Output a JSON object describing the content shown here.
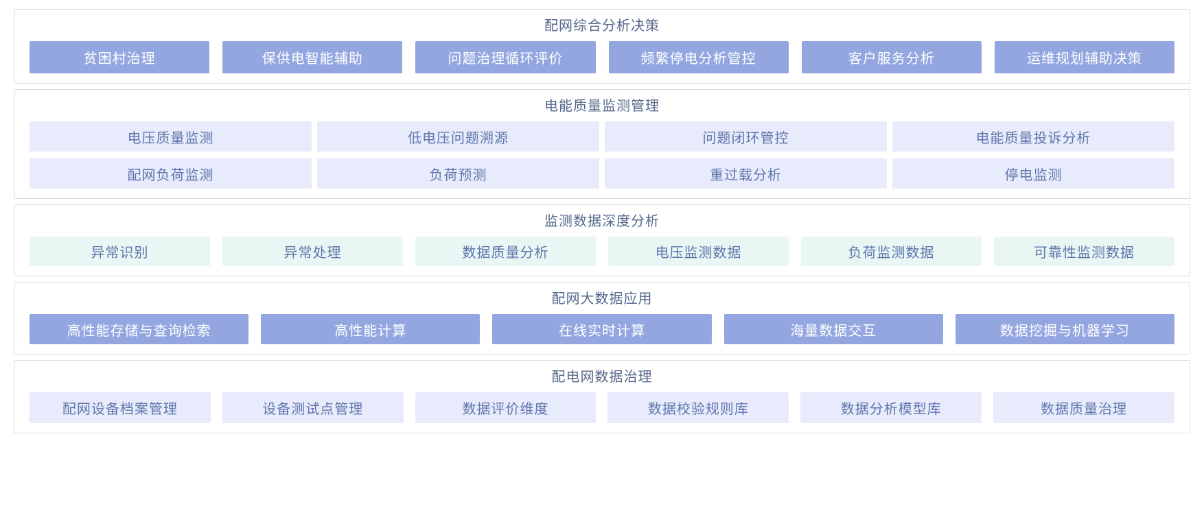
{
  "page": {
    "background": "#ffffff",
    "border_color": "#dcdcdc",
    "title_color": "#56688c",
    "solid_chip_bg": "#93a6e0",
    "solid_chip_fg": "#ffffff",
    "pale_chip_bg": "#e8ebfb",
    "pale_chip_fg": "#5e76ad",
    "mint_chip_bg": "#e8f7f4",
    "mint_chip_fg": "#5e76ad"
  },
  "sections": [
    {
      "title": "配网综合分析决策",
      "style": "solid",
      "rows": [
        [
          {
            "label": "贫困村治理"
          },
          {
            "label": "保供电智能辅助"
          },
          {
            "label": "问题治理循环评价"
          },
          {
            "label": "频繁停电分析管控"
          },
          {
            "label": "客户服务分析"
          },
          {
            "label": "运维规划辅助决策"
          }
        ]
      ]
    },
    {
      "title": "电能质量监测管理",
      "style": "pale",
      "rows": [
        [
          {
            "label": "电压质量监测"
          },
          {
            "label": "低电压问题溯源"
          },
          {
            "label": "问题闭环管控"
          },
          {
            "label": "电能质量投诉分析"
          }
        ],
        [
          {
            "label": "配网负荷监测"
          },
          {
            "label": "负荷预测"
          },
          {
            "label": "重过载分析"
          },
          {
            "label": "停电监测"
          }
        ]
      ]
    },
    {
      "title": "监测数据深度分析",
      "style": "mint",
      "rows": [
        [
          {
            "label": "异常识别"
          },
          {
            "label": "异常处理"
          },
          {
            "label": "数据质量分析"
          },
          {
            "label": "电压监测数据"
          },
          {
            "label": "负荷监测数据"
          },
          {
            "label": "可靠性监测数据"
          }
        ]
      ]
    },
    {
      "title": "配网大数据应用",
      "style": "solid",
      "rows": [
        [
          {
            "label": "高性能存储与查询检索"
          },
          {
            "label": "高性能计算"
          },
          {
            "label": "在线实时计算"
          },
          {
            "label": "海量数据交互"
          },
          {
            "label": "数据挖掘与机器学习"
          }
        ]
      ]
    },
    {
      "title": "配电网数据治理",
      "style": "pale",
      "rows": [
        [
          {
            "label": "配网设备档案管理"
          },
          {
            "label": "设备测试点管理"
          },
          {
            "label": "数据评价维度"
          },
          {
            "label": "数据校验规则库"
          },
          {
            "label": "数据分析模型库"
          },
          {
            "label": "数据质量治理"
          }
        ]
      ]
    }
  ]
}
